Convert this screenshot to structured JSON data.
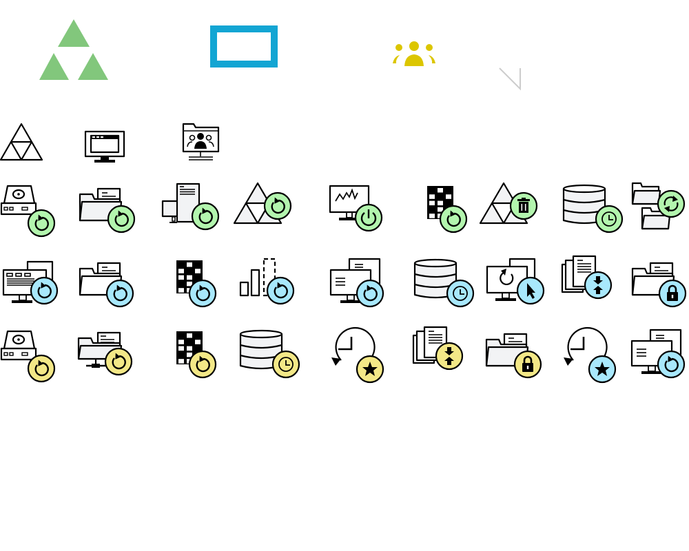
{
  "palette": {
    "stroke": "#000000",
    "fill": "#f2f3f5",
    "green_badge": "#b3f5ae",
    "blue_badge": "#a8e8fc",
    "yellow_badge": "#f3e887",
    "triangles_large": "#82c77c",
    "frame_blue": "#12a5d3",
    "users_yellow": "#dcc600",
    "line_gray": "#cccccc"
  },
  "header_icons": [
    {
      "name": "triangles-large-icon"
    },
    {
      "name": "blue-frame-icon"
    },
    {
      "name": "users-group-icon"
    },
    {
      "name": "corner-line-icon"
    }
  ],
  "plain_icons": [
    {
      "name": "triangles-outline-icon",
      "base": "triangles-outline"
    },
    {
      "name": "monitor-browser-icon",
      "base": "monitor-browser"
    },
    {
      "name": "folder-users-icon",
      "base": "folder-users"
    }
  ],
  "grid_icons": [
    {
      "name": "disk-restore-icon",
      "base": "disk",
      "badge": "restore",
      "color": "green"
    },
    {
      "name": "folder-restore-icon",
      "base": "folder",
      "badge": "restore",
      "color": "green"
    },
    {
      "name": "server-restore-icon",
      "base": "server",
      "badge": "restore",
      "color": "green"
    },
    {
      "name": "triangles-restore-icon",
      "base": "triangles",
      "badge": "restore",
      "color": "green"
    },
    {
      "name": "monitor-power-icon",
      "base": "monitor-chart",
      "badge": "power",
      "color": "green"
    },
    {
      "name": "grid-restore-icon",
      "base": "grid",
      "badge": "restore",
      "color": "green"
    },
    {
      "name": "triangles-delete-icon",
      "base": "triangles",
      "badge": "trash",
      "color": "green"
    },
    {
      "name": "database-clock-icon",
      "base": "database",
      "badge": "clock",
      "color": "green"
    },
    {
      "name": "folders-sync-icon",
      "base": "folders",
      "badge": "sync",
      "color": "green"
    },
    {
      "name": "monitors-restore-icon",
      "base": "monitors-browser",
      "badge": "restore",
      "color": "blue"
    },
    {
      "name": "folder-restore-icon",
      "base": "folder-white",
      "badge": "restore",
      "color": "blue"
    },
    {
      "name": "grid-restore-icon",
      "base": "grid",
      "badge": "restore",
      "color": "blue"
    },
    {
      "name": "bars-restore-icon",
      "base": "bars",
      "badge": "restore",
      "color": "blue"
    },
    {
      "name": "monitors-doc-restore-icon",
      "base": "monitors-doc",
      "badge": "restore",
      "color": "blue"
    },
    {
      "name": "database-clock-icon",
      "base": "database",
      "badge": "clock",
      "color": "blue"
    },
    {
      "name": "monitor-cursor-icon",
      "base": "monitors-refresh",
      "badge": "cursor",
      "color": "blue"
    },
    {
      "name": "docs-transfer-icon",
      "base": "docs",
      "badge": "transfer",
      "color": "blue"
    },
    {
      "name": "folder-lock-icon",
      "base": "folder-white",
      "badge": "lock",
      "color": "blue"
    },
    {
      "name": "disk-restore-icon",
      "base": "disk",
      "badge": "restore",
      "color": "yellow"
    },
    {
      "name": "folder-network-restore-icon",
      "base": "folder-network",
      "badge": "restore",
      "color": "yellow"
    },
    {
      "name": "grid-restore-icon",
      "base": "grid",
      "badge": "restore",
      "color": "yellow"
    },
    {
      "name": "database-clock-icon",
      "base": "database",
      "badge": "clock",
      "color": "yellow"
    },
    {
      "name": "history-star-icon",
      "base": "history",
      "badge": "star",
      "color": "yellow"
    },
    {
      "name": "docs-transfer-icon",
      "base": "docs",
      "badge": "transfer",
      "color": "yellow"
    },
    {
      "name": "folder-lock-icon",
      "base": "folder",
      "badge": "lock",
      "color": "yellow"
    },
    {
      "name": "history-star-icon",
      "base": "history",
      "badge": "star",
      "color": "blue"
    },
    {
      "name": "monitors-doc-restore-icon",
      "base": "monitors-doc",
      "badge": "restore",
      "color": "blue"
    }
  ]
}
